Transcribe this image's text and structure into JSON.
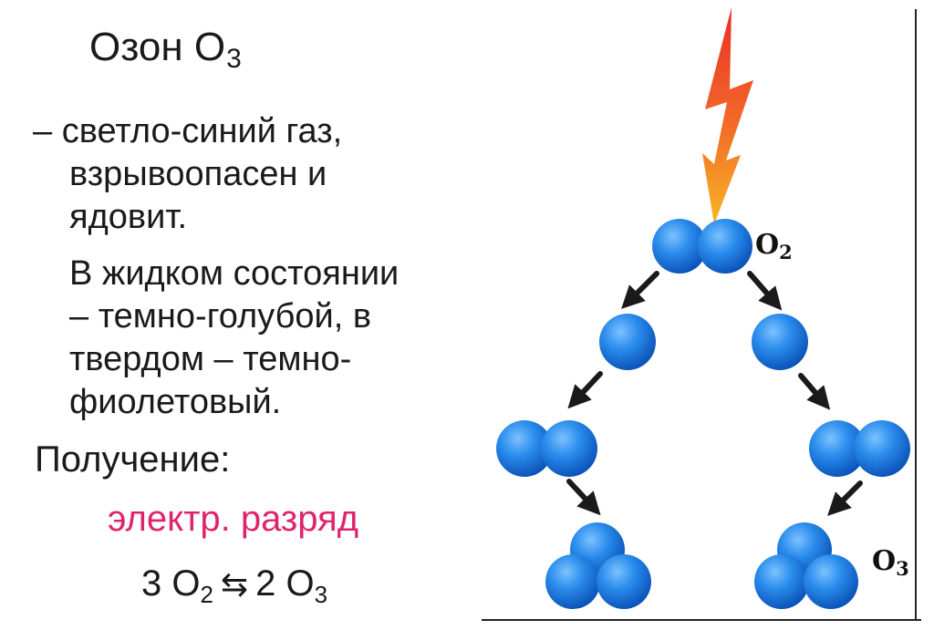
{
  "title": {
    "text": "Озон O",
    "sub": "3"
  },
  "description": {
    "lines": [
      "– светло-синий газ,",
      "взрывоопасен и",
      "ядовит."
    ]
  },
  "states": {
    "lines": [
      "В жидком состоянии",
      "–  темно-голубой, в",
      "твердом – темно-",
      "фиолетовый."
    ]
  },
  "production": {
    "heading": "Получение:",
    "method": "электр. разряд",
    "method_color": "#e0246c",
    "equation": {
      "left_coef": "3 O",
      "left_sub": "2",
      "arrow": "⇆",
      "right_coef": "2 O",
      "right_sub": "3"
    }
  },
  "diagram": {
    "o2_label": {
      "base": "O",
      "sub": "2"
    },
    "o3_label": {
      "base": "O",
      "sub": "3"
    },
    "atom_color": "#1e7fe0",
    "lightning_colors": [
      "#e8231e",
      "#f7a21b"
    ]
  }
}
